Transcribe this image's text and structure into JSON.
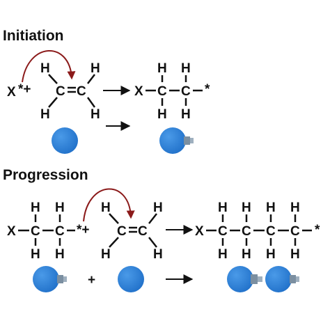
{
  "sections": {
    "initiation": {
      "title": "Initiation"
    },
    "progression": {
      "title": "Progression"
    }
  },
  "labels": {
    "x": "X",
    "c": "C",
    "h": "H",
    "radical": "*",
    "radical_plus": "*+",
    "plus": "+",
    "bond_single": "–",
    "bond_double": "="
  },
  "colors": {
    "text": "#111111",
    "arrow": "#111111",
    "curved_arrow": "#8b1a1a",
    "bead": "#2f80d6",
    "connector": "#7b8fa1"
  },
  "icons": {
    "bead": "blue-sphere-icon",
    "connector": "connector-plug-icon",
    "reaction_arrow": "right-arrow-icon",
    "electron_arrow": "curved-arrow-icon"
  }
}
